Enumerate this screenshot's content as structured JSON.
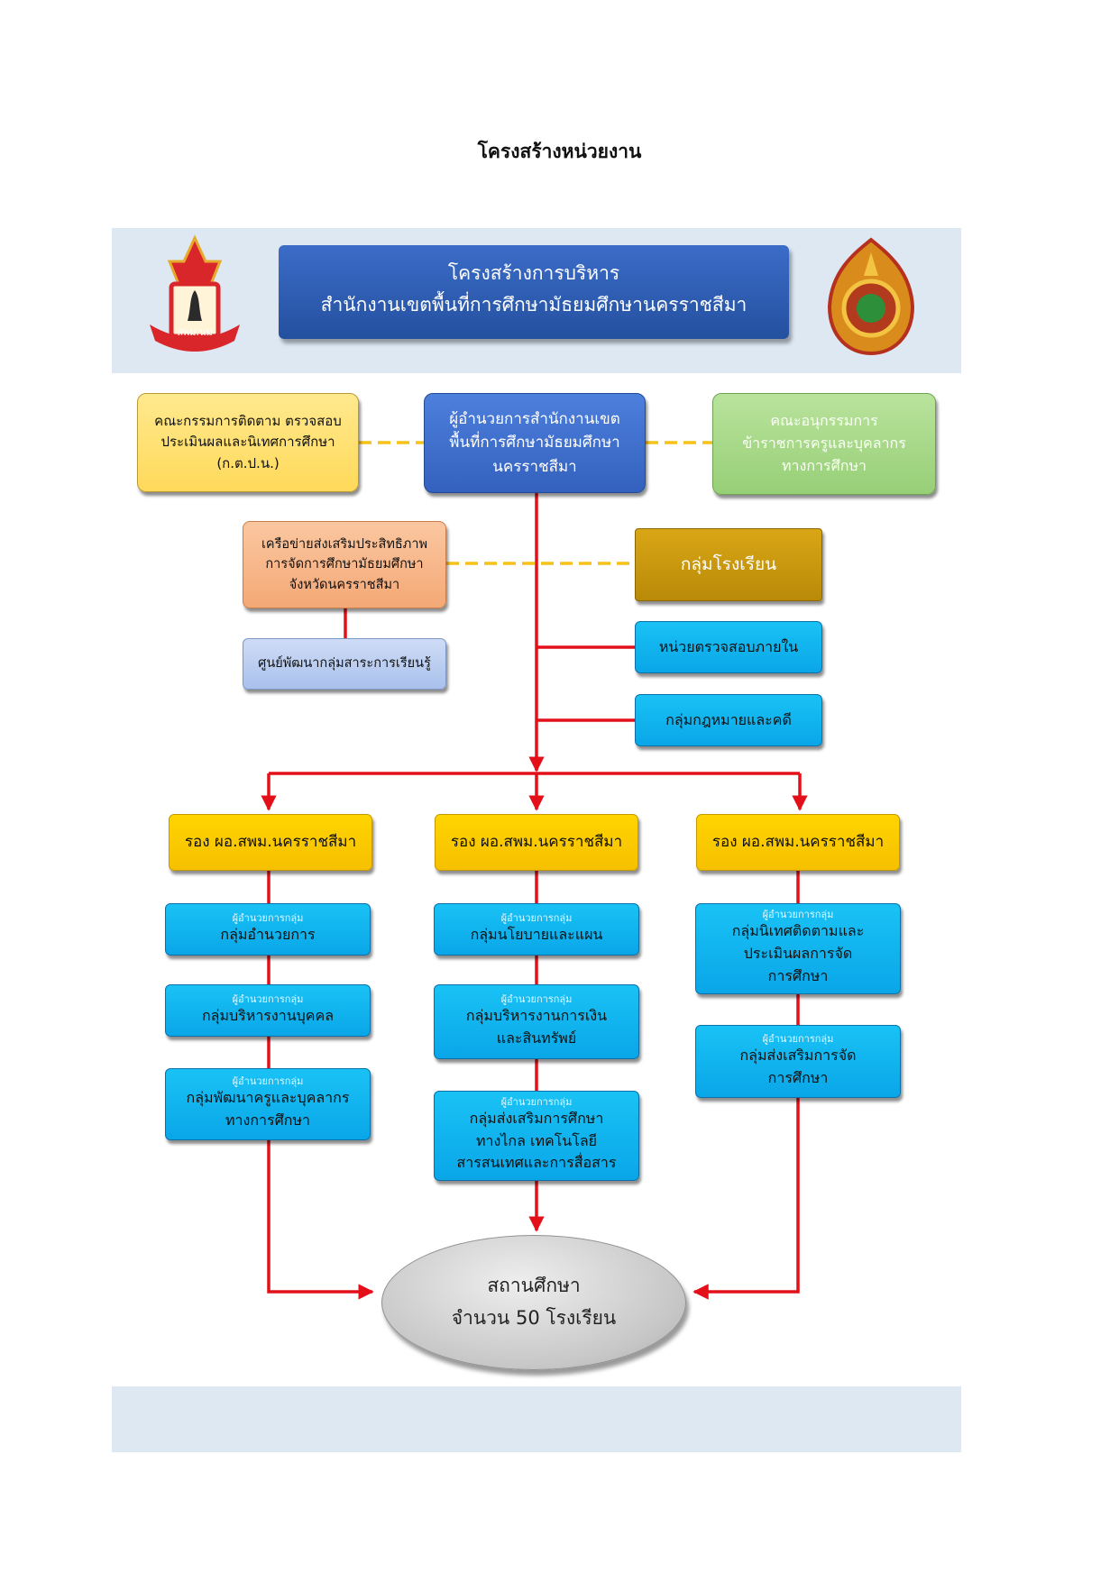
{
  "page_title": "โครงสร้างหน่วยงาน",
  "banner": {
    "line1": "โครงสร้างการบริหาร",
    "line2": "สำนักงานเขตพื้นที่การศึกษามัธยมศึกษานครราชสีมา"
  },
  "director": [
    "ผู้อำนวยการสำนักงานเขต",
    "พื้นที่การศึกษามัธยมศึกษา",
    "นครราชสีมา"
  ],
  "committee_left": [
    "คณะกรรมการติดตาม ตรวจสอบ",
    "ประเมินผลและนิเทศการศึกษา",
    "(ก.ต.ป.น.)"
  ],
  "committee_right": [
    "คณะอนุกรรมการ",
    "ข้าราชการครูและบุคลากร",
    "ทางการศึกษา"
  ],
  "network": [
    "เครือข่ายส่งเสริมประสิทธิภาพ",
    "การจัดการศึกษามัธยมศึกษา",
    "จังหวัดนครราชสีมา"
  ],
  "learning_center": "ศูนย์พัฒนากลุ่มสาระการเรียนรู้",
  "school_group": "กลุ่มโรงเรียน",
  "internal_audit": "หน่วยตรวจสอบภายใน",
  "legal": "กลุ่มกฎหมายและคดี",
  "deputy_label": "รอง ผอ.สพม.นครราชสีมา",
  "group_head_tag": "ผู้อำนวยการกลุ่ม",
  "columns": [
    {
      "groups": [
        [
          "กลุ่มอำนวยการ"
        ],
        [
          "กลุ่มบริหารงานบุคคล"
        ],
        [
          "กลุ่มพัฒนาครูและบุคลากร",
          "ทางการศึกษา"
        ]
      ]
    },
    {
      "groups": [
        [
          "กลุ่มนโยบายและแผน"
        ],
        [
          "กลุ่มบริหารงานการเงิน",
          "และสินทรัพย์"
        ],
        [
          "กลุ่มส่งเสริมการศึกษา",
          "ทางไกล เทคโนโลยี",
          "สารสนเทศและการสื่อสาร"
        ]
      ]
    },
    {
      "groups": [
        [
          "กลุ่มนิเทศติดตามและ",
          "ประเมินผลการจัด",
          "การศึกษา"
        ],
        [
          "กลุ่มส่งเสริมการจัด",
          "การศึกษา"
        ]
      ]
    }
  ],
  "schools": {
    "line1": "สถานศึกษา",
    "line2": "จำนวน 50 โรงเรียน"
  },
  "logo_left_text": "สพม.นม",
  "colors": {
    "panel": "#dde8f3",
    "banner": "#2f5bb5",
    "director": "#3f6fd0",
    "yellow_box": "#ffe276",
    "green_box": "#a9d98a",
    "orange_box": "#f7b98b",
    "light_blue_box": "#b8cdf0",
    "school_group": "#c9990a",
    "blue_box": "#13b6f0",
    "deputy": "#ffcc00",
    "red_line": "#e3101a",
    "dash_line": "#f6c21a",
    "ellipse": "#c9c9c9"
  }
}
